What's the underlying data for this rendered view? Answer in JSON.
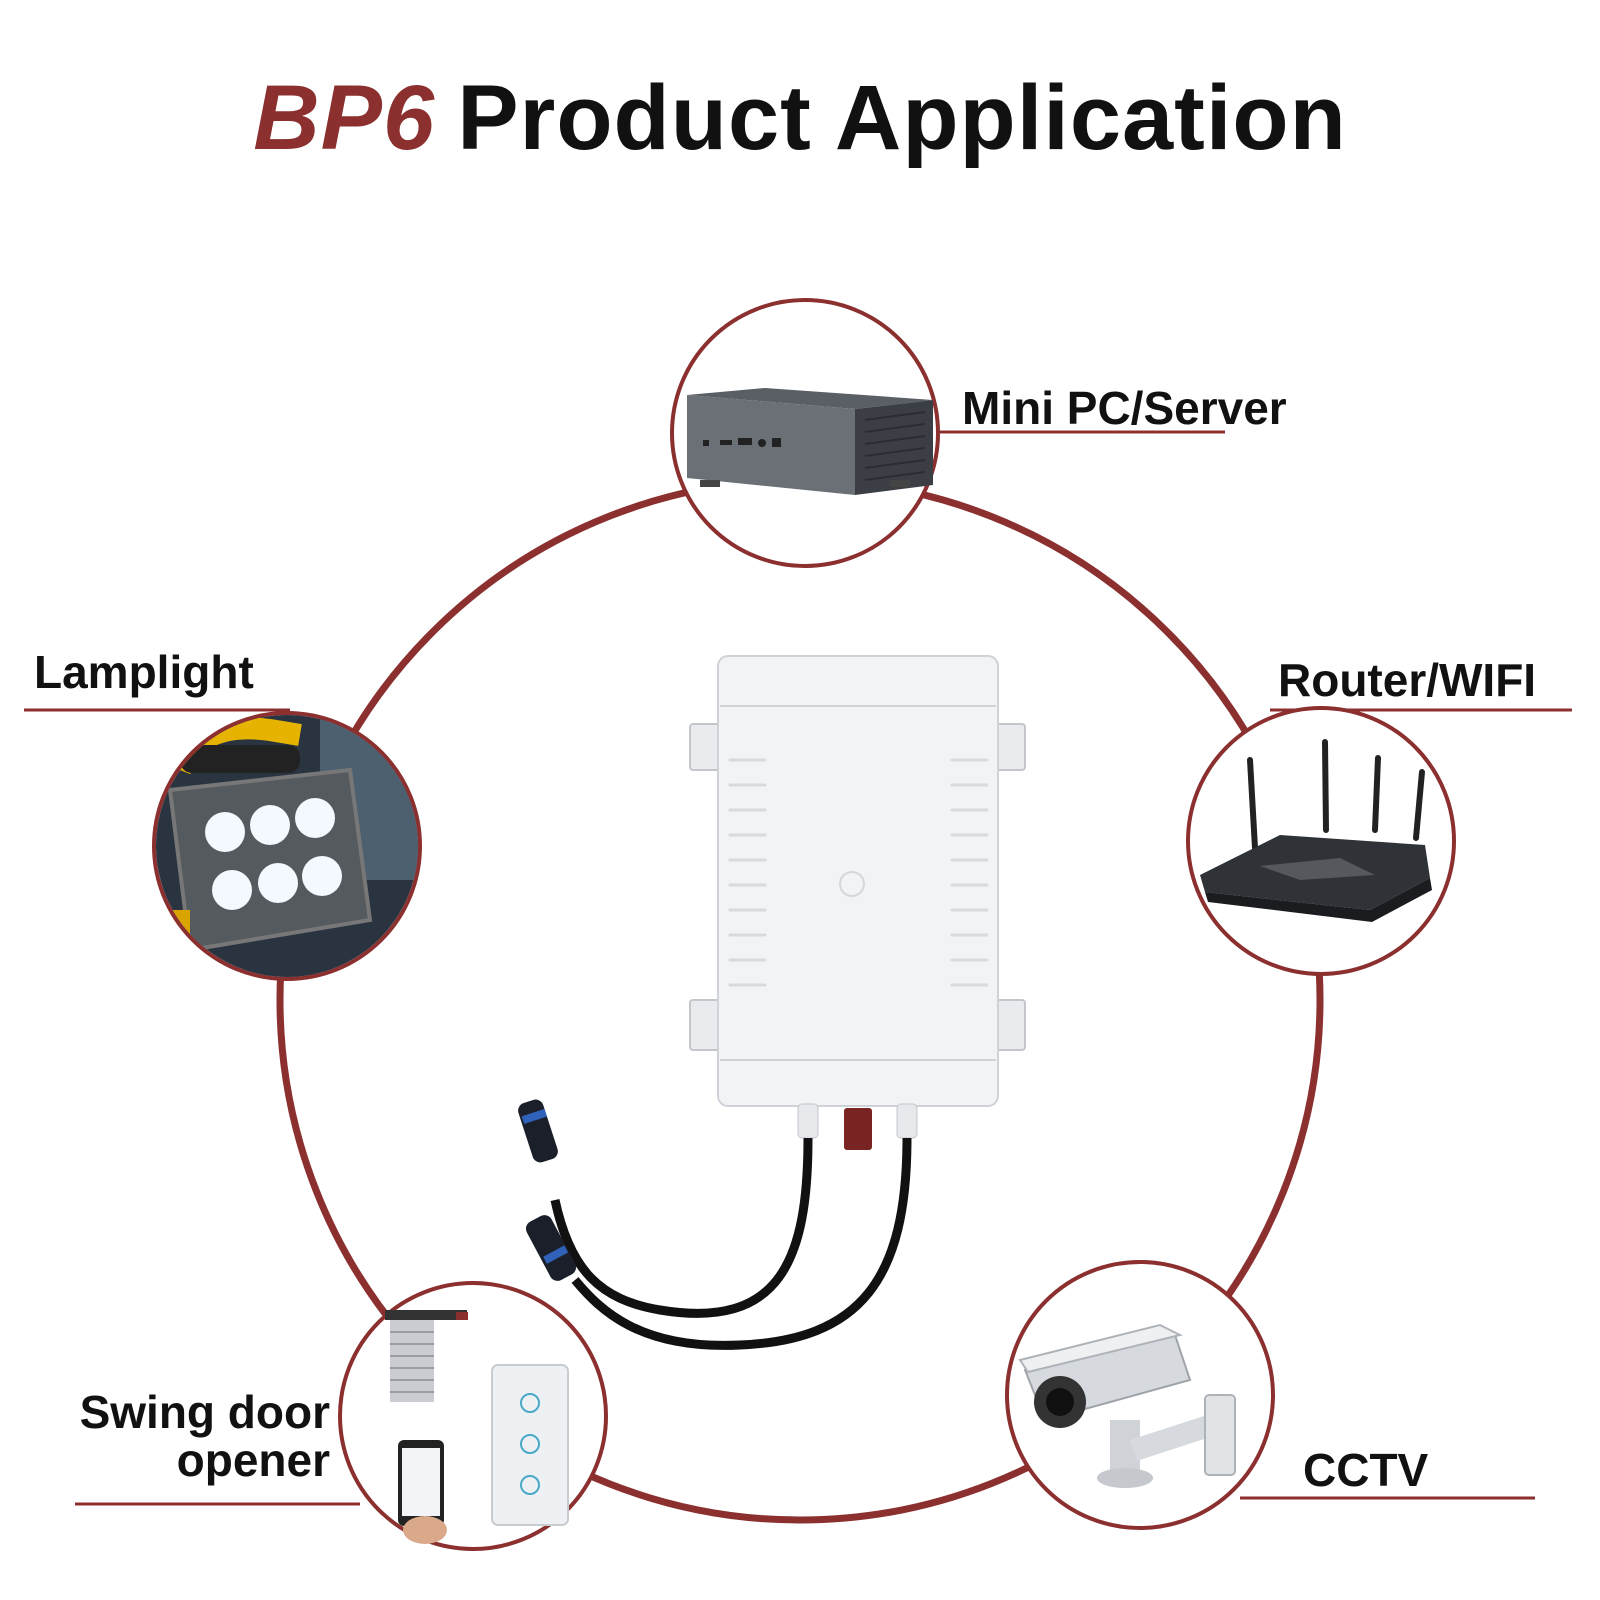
{
  "title": {
    "brand": "BP6",
    "rest": "Product Application"
  },
  "applications": {
    "mini_pc": {
      "label": "Mini PC/Server",
      "icon": "mini-pc-icon"
    },
    "lamplight": {
      "label": "Lamplight",
      "icon": "floodlight-icon"
    },
    "router": {
      "label": "Router/WIFI",
      "icon": "router-icon"
    },
    "swing_door": {
      "line1": "Swing door",
      "line2": "opener",
      "icon": "roller-door-icon"
    },
    "cctv": {
      "label": "CCTV",
      "icon": "cctv-camera-icon"
    }
  },
  "center_product": {
    "icon": "battery-box-icon"
  },
  "colors": {
    "accent": "#8b2f2f",
    "text": "#111111",
    "background": "#ffffff"
  }
}
